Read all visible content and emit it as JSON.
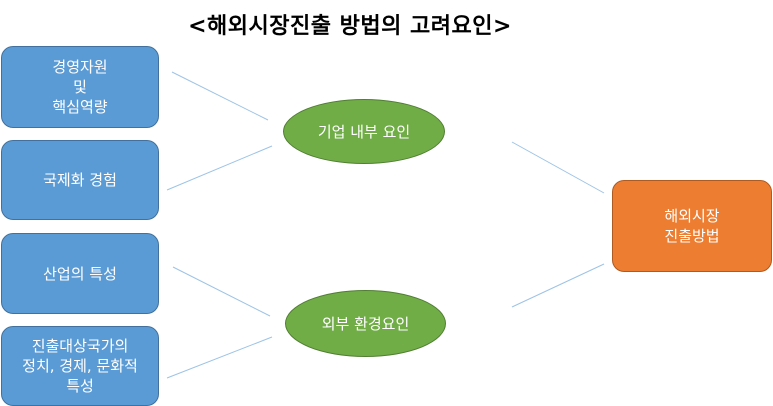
{
  "title": "<해외시장진출 방법의 고려요인>",
  "left_boxes": [
    {
      "label": "경영자원\n및\n핵심역량"
    },
    {
      "label": "국제화 경험"
    },
    {
      "label": "산업의 특성"
    },
    {
      "label": "진출대상국가의\n정치, 경제, 문화적\n특성"
    }
  ],
  "ellipses": [
    {
      "label": "기업 내부 요인"
    },
    {
      "label": "외부 환경요인"
    }
  ],
  "result_box": {
    "label": "해외시장\n진출방법"
  },
  "colors": {
    "left_box_fill": "#5b9bd5",
    "ellipse_fill": "#70ad47",
    "result_fill": "#ed7d31",
    "connector": "#9dc3e6"
  }
}
